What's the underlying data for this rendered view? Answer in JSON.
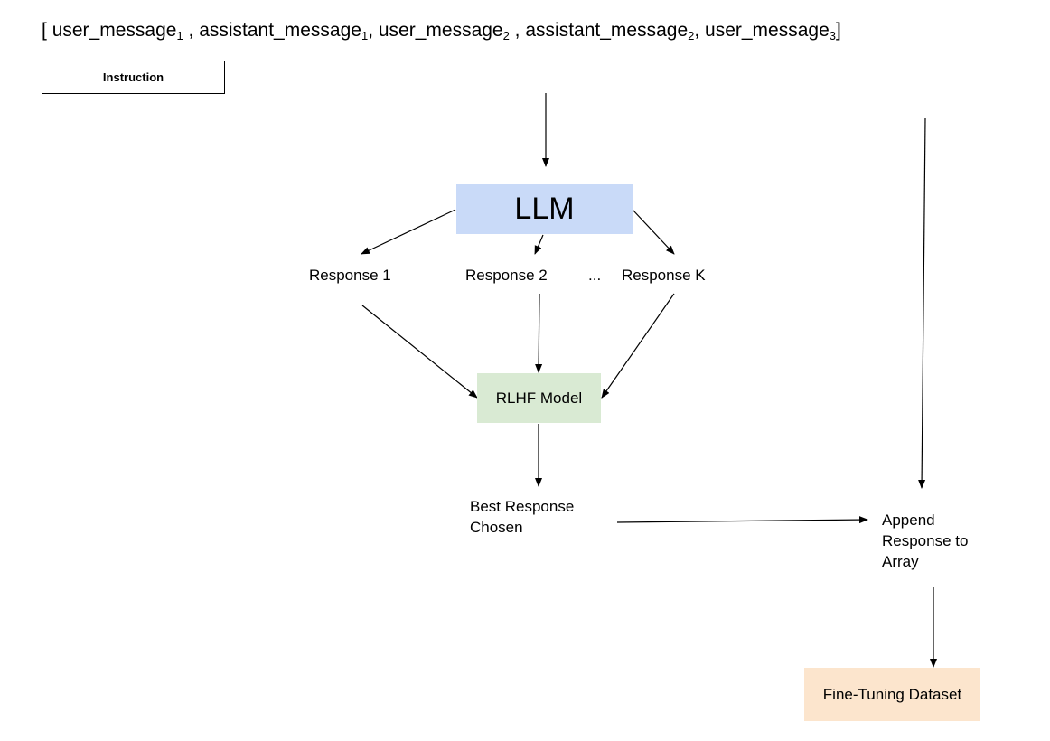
{
  "header": {
    "bracket_open": "[",
    "bracket_close": "]",
    "items": [
      {
        "text": "user_message",
        "sub": "1",
        "sep": " , "
      },
      {
        "text": "assistant_message",
        "sub": "1",
        "sep": ", "
      },
      {
        "text": "user_message",
        "sub": "2",
        "sep": " , "
      },
      {
        "text": "assistant_message",
        "sub": "2",
        "sep": ", "
      },
      {
        "text": "user_message",
        "sub": "3",
        "sep": ""
      }
    ]
  },
  "nodes": {
    "instruction": "Instruction",
    "llm": "LLM",
    "response_1": "Response 1",
    "response_2": "Response 2",
    "ellipsis": "...",
    "response_k": "Response K",
    "rlhf_model": "RLHF Model",
    "best_response_line1": "Best Response",
    "best_response_line2": "Chosen",
    "append_line1": "Append",
    "append_line2": "Response to",
    "append_line3": "Array",
    "fine_tuning_dataset": "Fine-Tuning Dataset"
  }
}
